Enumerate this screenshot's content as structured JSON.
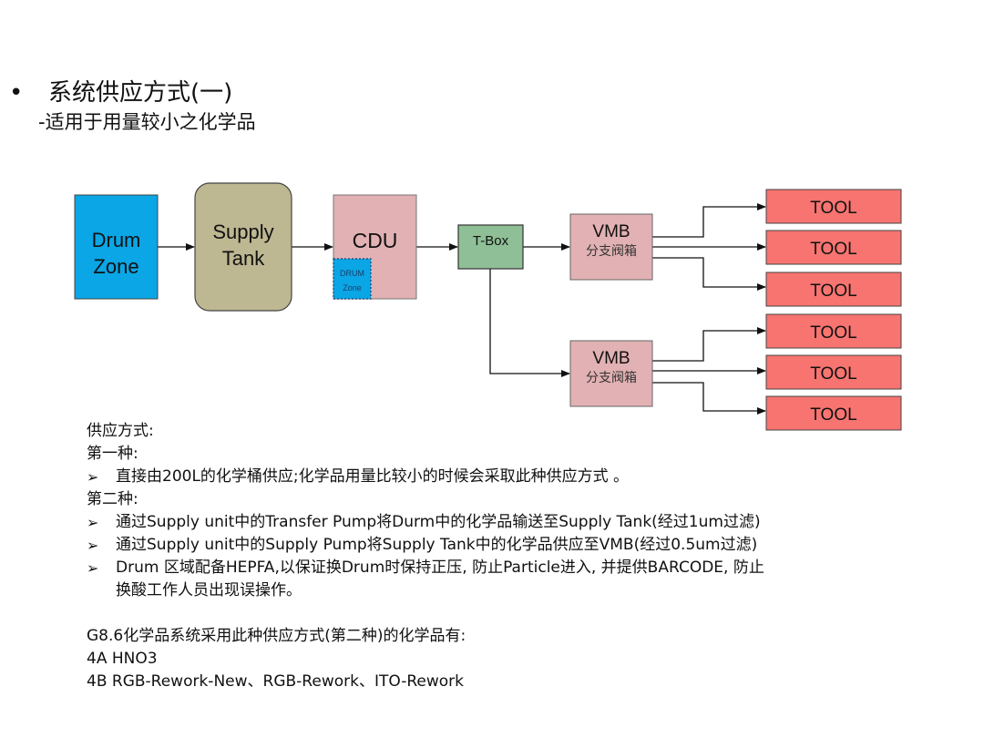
{
  "title": {
    "bullet": "•",
    "text": "系统供应方式(一)",
    "subtitle": "-适用于用量较小之化学品"
  },
  "diagram": {
    "colors": {
      "drum_zone": "#0aa6e6",
      "supply_tank": "#bdb792",
      "cdu": "#e2b1b3",
      "drum_inner": "#0aa6e6",
      "t_box": "#8fbf96",
      "vmb": "#e2b1b3",
      "tool": "#f77470",
      "line": "#111111"
    },
    "drum_zone": {
      "line1": "Drum",
      "line2": "Zone"
    },
    "supply_tank": {
      "line1": "Supply",
      "line2": "Tank"
    },
    "cdu": {
      "label": "CDU",
      "inner_line1": "DRUM",
      "inner_line2": "Zone"
    },
    "t_box": {
      "label": "T-Box"
    },
    "vmb": [
      {
        "label": "VMB",
        "sub": "分支阀箱"
      },
      {
        "label": "VMB",
        "sub": "分支阀箱"
      }
    ],
    "tools": [
      {
        "label": "TOOL"
      },
      {
        "label": "TOOL"
      },
      {
        "label": "TOOL"
      },
      {
        "label": "TOOL"
      },
      {
        "label": "TOOL"
      },
      {
        "label": "TOOL"
      }
    ]
  },
  "notes": {
    "heading": "供应方式:",
    "method1_title": "第一种:",
    "method1_items": [
      "直接由200L的化学桶供应;化学品用量比较小的时候会采取此种供应方式 。"
    ],
    "method2_title": "第二种:",
    "method2_items": [
      "通过Supply unit中的Transfer Pump将Durm中的化学品输送至Supply Tank(经过1um过滤)",
      "通过Supply unit中的Supply Pump将Supply Tank中的化学品供应至VMB(经过0.5um过滤)",
      "Drum 区域配备HEPFA,以保证换Drum时保持正压, 防止Particle进入, 并提供BARCODE, 防止"
    ],
    "method2_item3_cont": "换酸工作人员出现误操作。",
    "arrow_glyph": "➢",
    "g86_intro": "G8.6化学品系统采用此种供应方式(第二种)的化学品有:",
    "g86_list": [
      "4A HNO3",
      "4B RGB-Rework-New、RGB-Rework、ITO-Rework"
    ]
  }
}
